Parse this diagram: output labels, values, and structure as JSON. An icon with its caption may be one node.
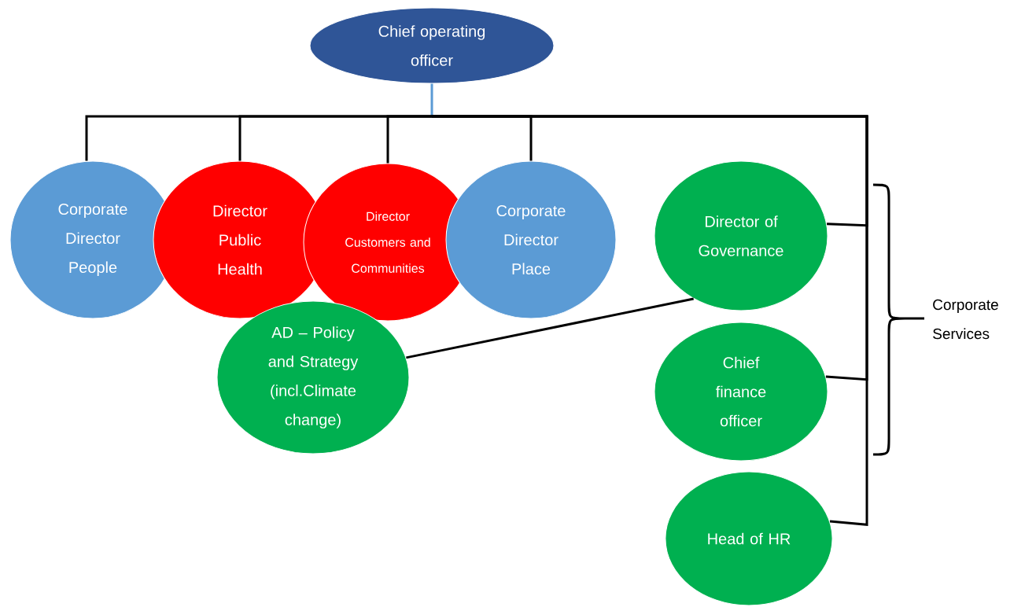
{
  "diagram": {
    "nodes": [
      {
        "text": [
          "Chief operating officer"
        ]
      },
      {
        "text": [
          "Corporate Director People"
        ]
      },
      {
        "text": [
          "Director Public Health"
        ]
      },
      {
        "text": [
          "Director Customers and Communities"
        ]
      },
      {
        "text": [
          "Corporate Director Place"
        ]
      },
      {
        "text": [
          "Director of Governance"
        ]
      },
      {
        "text": [
          "AD – Policy and Strategy (incl.Climate change)"
        ]
      },
      {
        "text": [
          "Chief finance officer"
        ]
      },
      {
        "text": [
          "Head of HR"
        ]
      }
    ],
    "edges": [
      {
        "from": 0,
        "to": 1,
        "arrow": "none"
      },
      {
        "from": 0,
        "to": 2,
        "arrow": "none"
      },
      {
        "from": 0,
        "to": 3,
        "arrow": "none"
      },
      {
        "from": 0,
        "to": 4,
        "arrow": "none"
      },
      {
        "from": 0,
        "to": 5,
        "arrow": "none"
      },
      {
        "from": 0,
        "to": 7,
        "arrow": "none"
      },
      {
        "from": 0,
        "to": 8,
        "arrow": "none"
      },
      {
        "from": 5,
        "to": 6,
        "arrow": "none"
      }
    ],
    "labels": [
      "Corporate Services"
    ]
  }
}
